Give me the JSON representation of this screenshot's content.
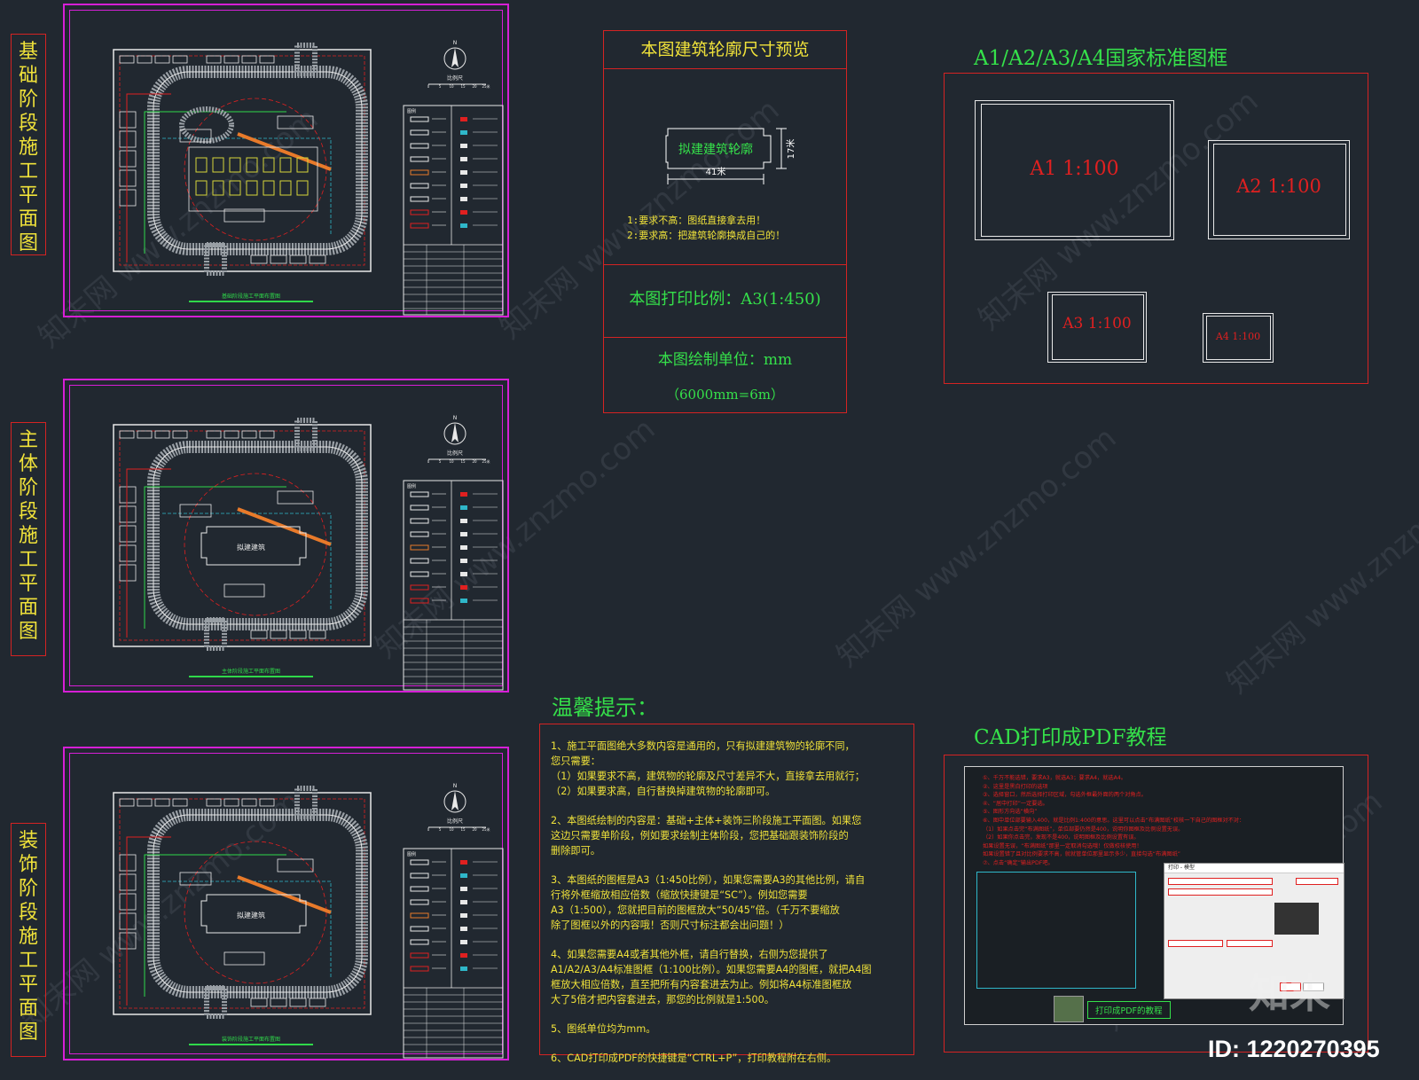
{
  "stages": [
    {
      "label": "基础阶段施工平面图",
      "plan_caption": "基础阶段施工平面布置图"
    },
    {
      "label": "主体阶段施工平面图",
      "plan_caption": "主体阶段施工平面布置图"
    },
    {
      "label": "装饰阶段施工平面图",
      "plan_caption": "装饰阶段施工平面布置图"
    }
  ],
  "plan_text": {
    "north": "N",
    "scale_label": "比例尺",
    "scale_ticks": [
      "0",
      "5",
      "10",
      "15",
      "20",
      "25米"
    ],
    "legend_title": "图例",
    "building_label": "拟建建筑"
  },
  "info_panel": {
    "title": "本图建筑轮廓尺寸预览",
    "outline_label": "拟建建筑轮廓",
    "width_dim": "41米",
    "height_dim": "17米",
    "note1": "1:要求不高：图纸直接拿去用！",
    "note2": "2:要求高：把建筑轮廓换成自己的！",
    "print_scale": "本图打印比例：A3(1:450)",
    "unit": "本图绘制单位：mm",
    "unit_note": "（6000mm=6m）"
  },
  "frames": {
    "title": "A1/A2/A3/A4国家标准图框",
    "items": [
      "A1 1:100",
      "A2 1:100",
      "A3 1:100",
      "A4 1:100"
    ]
  },
  "tips": {
    "title": "温馨提示：",
    "paragraphs": [
      "1、施工平面图绝大多数内容是通用的，只有拟建建筑物的轮廓不同，\n您只需要：\n（1）如果要求不高，建筑物的轮廓及尺寸差异不大，直接拿去用就行；\n（2）如果要求高，自行替换掉建筑物的轮廓即可。",
      "2、本图纸绘制的内容是：基础+主体+装饰三阶段施工平面图。如果您\n这边只需要单阶段，例如要求绘制主体阶段，您把基础跟装饰阶段的\n删除即可。",
      "3、本图纸的图框是A3（1:450比例），如果您需要A3的其他比例，请自\n行将外框缩放相应倍数（缩放快捷键是“SC”）。例如您需要\nA3（1:500），您就把目前的图框放大“50/45”倍。（千万不要缩放\n除了图框以外的内容哦！否则尺寸标注都会出问题！）",
      "4、如果您需要A4或者其他外框，请自行替换，右侧为您提供了\nA1/A2/A3/A4标准图框（1:100比例）。如果您需要A4的图框，就把A4图\n框放大相应倍数，直至把所有内容套进去为止。例如将A4标准图框放\n大了5倍才把内容套进去，那您的比例就是1:500。",
      "5、图纸单位均为mm。",
      "6、CAD打印成PDF的快捷键是“CTRL+P”，打印教程附在右侧。"
    ]
  },
  "pdf_tutorial": {
    "title": "CAD打印成PDF教程",
    "steps": [
      "①、千万不能选错，要求A3，就选A3；要求A4，就选A4。",
      "②、这里是黑白打印的选项",
      "③、选择窗口，然后选择打印区域，勾选外框最外面的两个对角点。",
      "④、“居中打印”一定要选。",
      "⑤、图形方向选“横向”",
      "⑥、图中单位部要输入400，就是比例1:400的意思。这里可以点击“布满图纸”校核一下自己的图框对不对：",
      "（1）如果点击完“布满图纸”，单位部要仍然是400，说明你图框及比例设置无误。",
      "（2）如果你点击完，发现不是400，说明图框及比例设置有误。",
      "如果设置无误，“布满图纸”那里一定取消勾选哦！仅做校核使用！",
      "如果设置错了且对比例要求不高，就就管单位那里显示多少，直接勾选“布满图纸”",
      "⑦、点击“确定”输出PDF吧。"
    ],
    "dialog_title": "打印 - 模型",
    "video_button": "打印成PDF的教程",
    "logo": "知末",
    "id_text": "ID: 1220270395"
  },
  "watermark": "知末网 www.znzmo.com",
  "colors": {
    "background": "#212830",
    "frame_magenta": "#d61fd6",
    "border_red": "#d42323",
    "text_green": "#35e04a",
    "text_yellow": "#f0e23a",
    "text_red": "#e02020"
  }
}
